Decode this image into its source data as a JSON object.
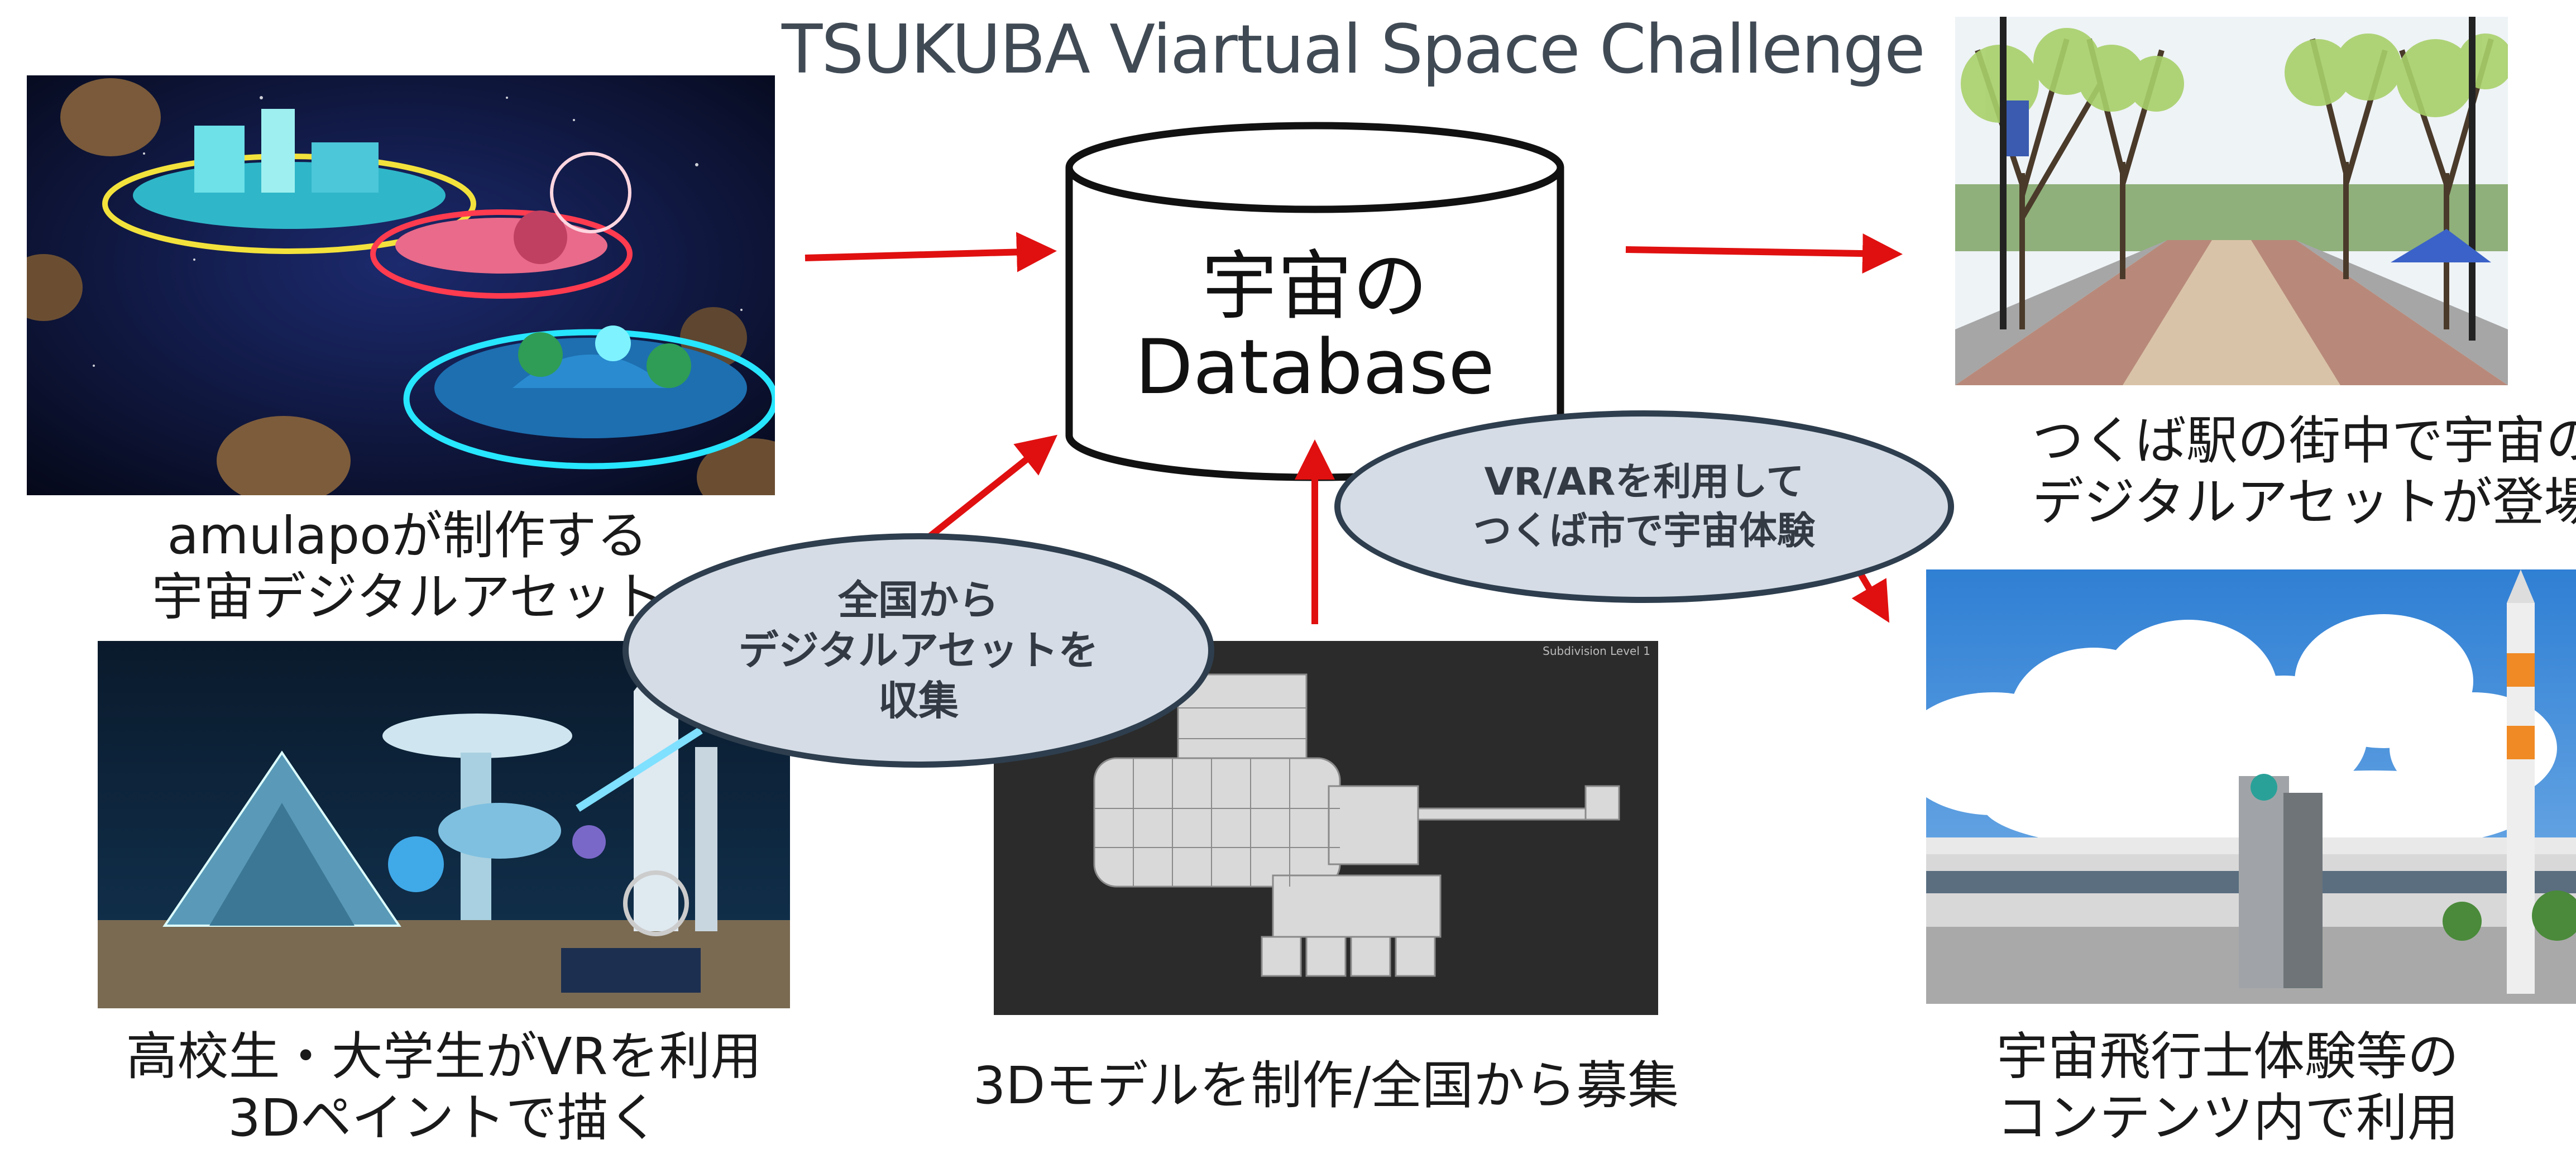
{
  "title": "TSUKUBA Viartual Space Challenge",
  "database": {
    "line1": "宇宙の",
    "line2": "Database"
  },
  "captions": {
    "amulapo_1": "amulapoが制作する",
    "amulapo_2": "宇宙デジタルアセット",
    "students_1": "高校生・大学生がVRを利用",
    "students_2": "3Dペイントで描く",
    "model": "3Dモデルを制作/全国から募集",
    "station_1": "つくば駅の街中で宇宙の",
    "station_2": "デジタルアセットが登場",
    "astronaut_1": "宇宙飛行士体験等の",
    "astronaut_2": "コンテンツ内で利用"
  },
  "bubbles": {
    "collect": [
      "全国から",
      "デジタルアセットを",
      "収集"
    ],
    "vrar": [
      "VR/ARを利用して",
      "つくば市で宇宙体験"
    ]
  },
  "model_overlay": "Subdivision Level 1",
  "colors": {
    "arrow": "#e01010",
    "bubble_fill": "#d5dce5",
    "bubble_border": "#2e3e4e"
  }
}
